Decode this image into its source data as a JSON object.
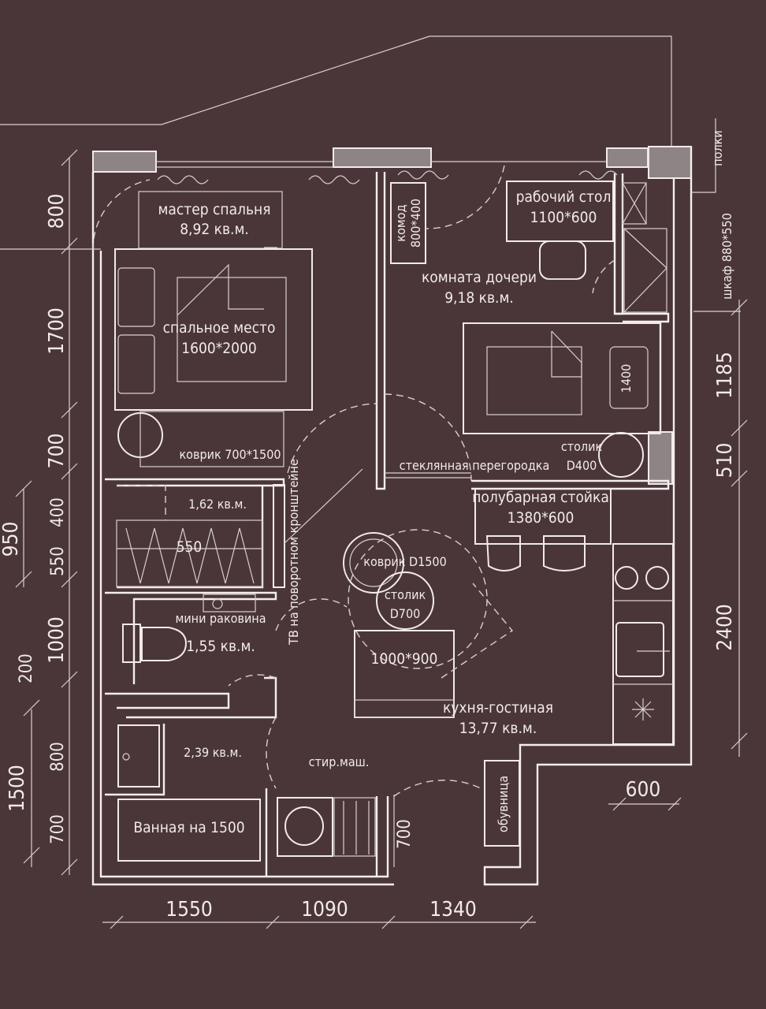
{
  "rooms": {
    "master_bedroom": {
      "name": "мастер спальня",
      "area": "8,92 кв.м."
    },
    "bed": {
      "name": "спальное место",
      "size": "1600*2000"
    },
    "rug_small": "коврик 700*1500",
    "dresser": {
      "name": "комод",
      "size": "800*400"
    },
    "daughter_room": {
      "name": "комната дочери",
      "area": "9,18 кв.м."
    },
    "desk": {
      "name": "рабочий стол",
      "size": "1100*600"
    },
    "shelves": "полки",
    "wardrobe": "шкаф 880*550",
    "kid_bed": "1400",
    "side_table": {
      "name": "столик",
      "size": "D400"
    },
    "glass_partition": "стеклянная перегородка",
    "bar_counter": {
      "name": "полубарная стойка",
      "size": "1380*600"
    },
    "closet_area": "1,62 кв.м.",
    "closet_dim": "550",
    "tv": "ТВ на поворотном кронштейне",
    "rug_round": "коврик D1500",
    "coffee_table": {
      "name": "столик",
      "size": "D700"
    },
    "sofa": "1000*900",
    "wc": {
      "name": "мини раковина",
      "area": "1,55 кв.м."
    },
    "kitchen_living": {
      "name": "кухня-гостиная",
      "area": "13,77 кв.м."
    },
    "hall_area": "2,39 кв.м.",
    "washer": "стир.маш.",
    "bath": "Ванная на 1500",
    "shoe_rack": "обувница"
  },
  "dimensions": {
    "left_outer": [
      "800",
      "1700",
      "700",
      "950",
      "1000",
      "200",
      "1500"
    ],
    "left_inner": [
      "400",
      "550",
      "800",
      "700"
    ],
    "right": [
      "1185",
      "510",
      "2400",
      "600"
    ],
    "bottom": [
      "1550",
      "1090",
      "1340"
    ],
    "inner_700": "700"
  },
  "colors": {
    "background": "#4a3638",
    "lines": "#f2eaea",
    "window_fill": "#8e8486"
  }
}
